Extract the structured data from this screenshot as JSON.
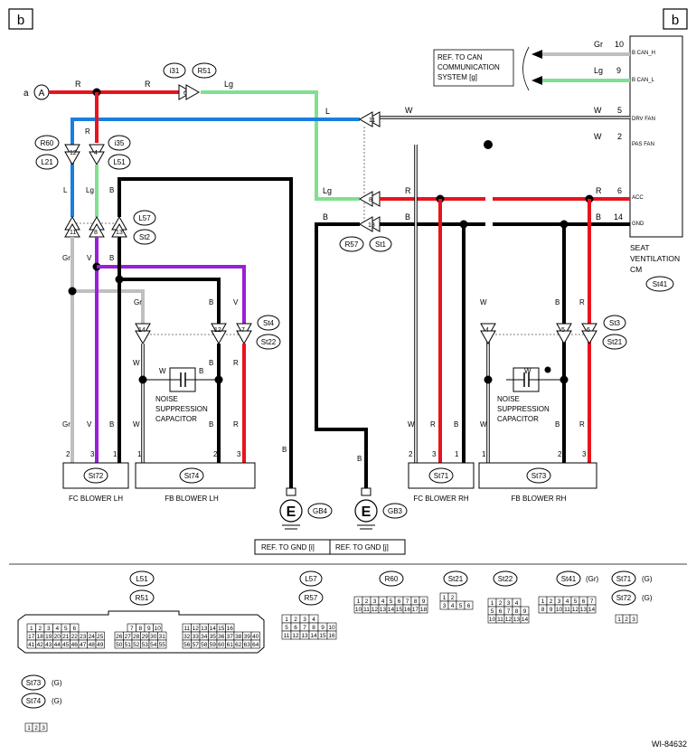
{
  "corner_labels": {
    "left": "b",
    "right": "b"
  },
  "figure_id": "WI-84632",
  "colors": {
    "red": "#e8141c",
    "blue": "#1a7fdc",
    "light_green": "#7fe08f",
    "purple": "#9a1fd6",
    "gray": "#bfbfbf",
    "black": "#000000",
    "white": "#ffffff"
  },
  "connector_a": "A",
  "connector_a_lead": "a",
  "ecm_box": {
    "name_lines": [
      "SEAT",
      "VENTILATION",
      "CM"
    ],
    "connector": "St41",
    "pins": [
      {
        "num": "10",
        "name": "B CAN_H",
        "wire": "Gr"
      },
      {
        "num": "9",
        "name": "B CAN_L",
        "wire": "Lg"
      },
      {
        "num": "5",
        "name": "DRV FAN",
        "wire": "W"
      },
      {
        "num": "2",
        "name": "PAS FAN",
        "wire": "W"
      },
      {
        "num": "6",
        "name": "ACC",
        "wire": "R"
      },
      {
        "num": "14",
        "name": "GND",
        "wire": "B"
      }
    ]
  },
  "can_ref": [
    "REF. TO CAN",
    "COMMUNICATION",
    "SYSTEM [g]"
  ],
  "connector_tags": {
    "i31": "i31",
    "R51": "R51",
    "R60": "R60",
    "L21": "L21",
    "i35": "i35",
    "L51": "L51",
    "L57": "L57",
    "St2": "St2",
    "St4": "St4",
    "St22": "St22",
    "St3": "St3",
    "St21": "St21",
    "R57": "R57",
    "St1": "St1",
    "St41": "St41",
    "GB4": "GB4",
    "GB3": "GB3"
  },
  "pin_numbers": {
    "p6": "6",
    "p11a": "11",
    "p12a": "12",
    "p4": "4",
    "p8a": "8",
    "p13a": "13",
    "p11b": "11",
    "p8b": "8",
    "p13b": "13",
    "p14a": "14",
    "p12b": "12",
    "p7a": "7",
    "p4b": "4",
    "p5": "5",
    "p6b": "6"
  },
  "wire_labels": {
    "R1": "R",
    "R2": "R",
    "Lg1": "Lg",
    "L1": "L",
    "W1": "W",
    "W5": "W",
    "W2": "W",
    "R_v1": "R",
    "L_v1": "L",
    "Lg_v1": "Lg",
    "B_v1": "B",
    "Lg2": "Lg",
    "R3": "R",
    "R6": "R",
    "B3": "B",
    "B4": "B",
    "B14": "B",
    "Gr_a": "Gr",
    "V_a": "V",
    "B_a": "B",
    "Gr_b": "Gr",
    "B_b": "B",
    "B_c": "B",
    "V_b": "V",
    "W_h": "W",
    "B_h": "B",
    "W_cap": "W",
    "B_cap": "B",
    "W_rh": "W",
    "R_rh": "R",
    "W_cap2": "W",
    "W_fc": "W",
    "R_fc": "R",
    "W_fc2": "W",
    "R_fc2": "R",
    "B_fc2": "B",
    "Gr_fc": "Gr",
    "V_fc": "V",
    "B_fc": "B",
    "W_fb": "W",
    "B_fb": "B",
    "R_fb": "R",
    "B_gnd1": "B",
    "B_gnd2": "B",
    "W_rb": "W",
    "B_rb": "B",
    "R_rb": "R"
  },
  "cap_labels": [
    "NOISE",
    "SUPPRESSION",
    "CAPACITOR"
  ],
  "blowers": [
    {
      "connector": "St72",
      "name": "FC BLOWER LH",
      "pins": [
        "2",
        "3",
        "1"
      ]
    },
    {
      "connector": "St74",
      "name": "FB BLOWER LH",
      "pins": [
        "1",
        "2",
        "3"
      ]
    },
    {
      "connector": "St71",
      "name": "FC BLOWER RH",
      "pins": [
        "2",
        "3",
        "1"
      ]
    },
    {
      "connector": "St73",
      "name": "FB BLOWER RH",
      "pins": [
        "1",
        "2",
        "3"
      ]
    }
  ],
  "ground_ref": [
    "REF. TO GND [i]",
    "REF. TO GND [j]"
  ],
  "legend": {
    "L51": "L51",
    "R51": "R51",
    "L57": "L57",
    "R57": "R57",
    "R60": "R60",
    "St21": "St21",
    "St22": "St22",
    "St41": "St41",
    "St41_color": "(Gr)",
    "St71": "St71",
    "St71_color": "(G)",
    "St72": "St72",
    "St72_color": "(G)",
    "St73": "St73",
    "St73_color": "(G)",
    "St74": "St74",
    "St74_color": "(G)",
    "l51_row1": [
      "1",
      "2",
      "3",
      "4",
      "5",
      "6"
    ],
    "l51_row2": [
      "17",
      "18",
      "19",
      "20",
      "21",
      "22",
      "23",
      "24",
      "25"
    ],
    "l51_row3": [
      "41",
      "42",
      "43",
      "44",
      "45",
      "46",
      "47",
      "48",
      "49"
    ],
    "l51_mid1": [
      "7",
      "8",
      "9",
      "10"
    ],
    "l51_mid2": [
      "26",
      "27",
      "28",
      "29",
      "30",
      "31"
    ],
    "l51_mid3": [
      "50",
      "51",
      "52",
      "53",
      "54",
      "55"
    ],
    "l51_r1": [
      "11",
      "12",
      "13",
      "14",
      "15",
      "16"
    ],
    "l51_r2": [
      "32",
      "33",
      "34",
      "35",
      "36",
      "37",
      "38",
      "39",
      "40"
    ],
    "l51_r3": [
      "56",
      "57",
      "58",
      "59",
      "60",
      "61",
      "62",
      "63",
      "64"
    ],
    "l57_r1": [
      "1",
      "2",
      "3",
      "4"
    ],
    "l57_r2": [
      "5",
      "6",
      "7",
      "8",
      "9",
      "10"
    ],
    "l57_r3": [
      "11",
      "12",
      "13",
      "14",
      "15",
      "16"
    ],
    "r60_r1": [
      "1",
      "2",
      "3",
      "4",
      "5",
      "6",
      "7",
      "8",
      "9"
    ],
    "r60_r2": [
      "10",
      "11",
      "12",
      "13",
      "14",
      "15",
      "16",
      "17",
      "18"
    ],
    "st21_r1": [
      "1",
      "2"
    ],
    "st21_r2": [
      "3",
      "4",
      "5",
      "6"
    ],
    "st22_r1": [
      "1",
      "2",
      "3",
      "4"
    ],
    "st22_r2": [
      "5",
      "6",
      "7",
      "8",
      "9"
    ],
    "st22_r3": [
      "10",
      "11",
      "12",
      "13",
      "14"
    ],
    "st41_r1": [
      "1",
      "2",
      "3",
      "4",
      "5",
      "6",
      "7"
    ],
    "st41_r2": [
      "8",
      "9",
      "10",
      "11",
      "12",
      "13",
      "14"
    ],
    "st72_pins": [
      "1",
      "2",
      "3"
    ],
    "st74_pins": [
      "1",
      "2",
      "3"
    ]
  }
}
